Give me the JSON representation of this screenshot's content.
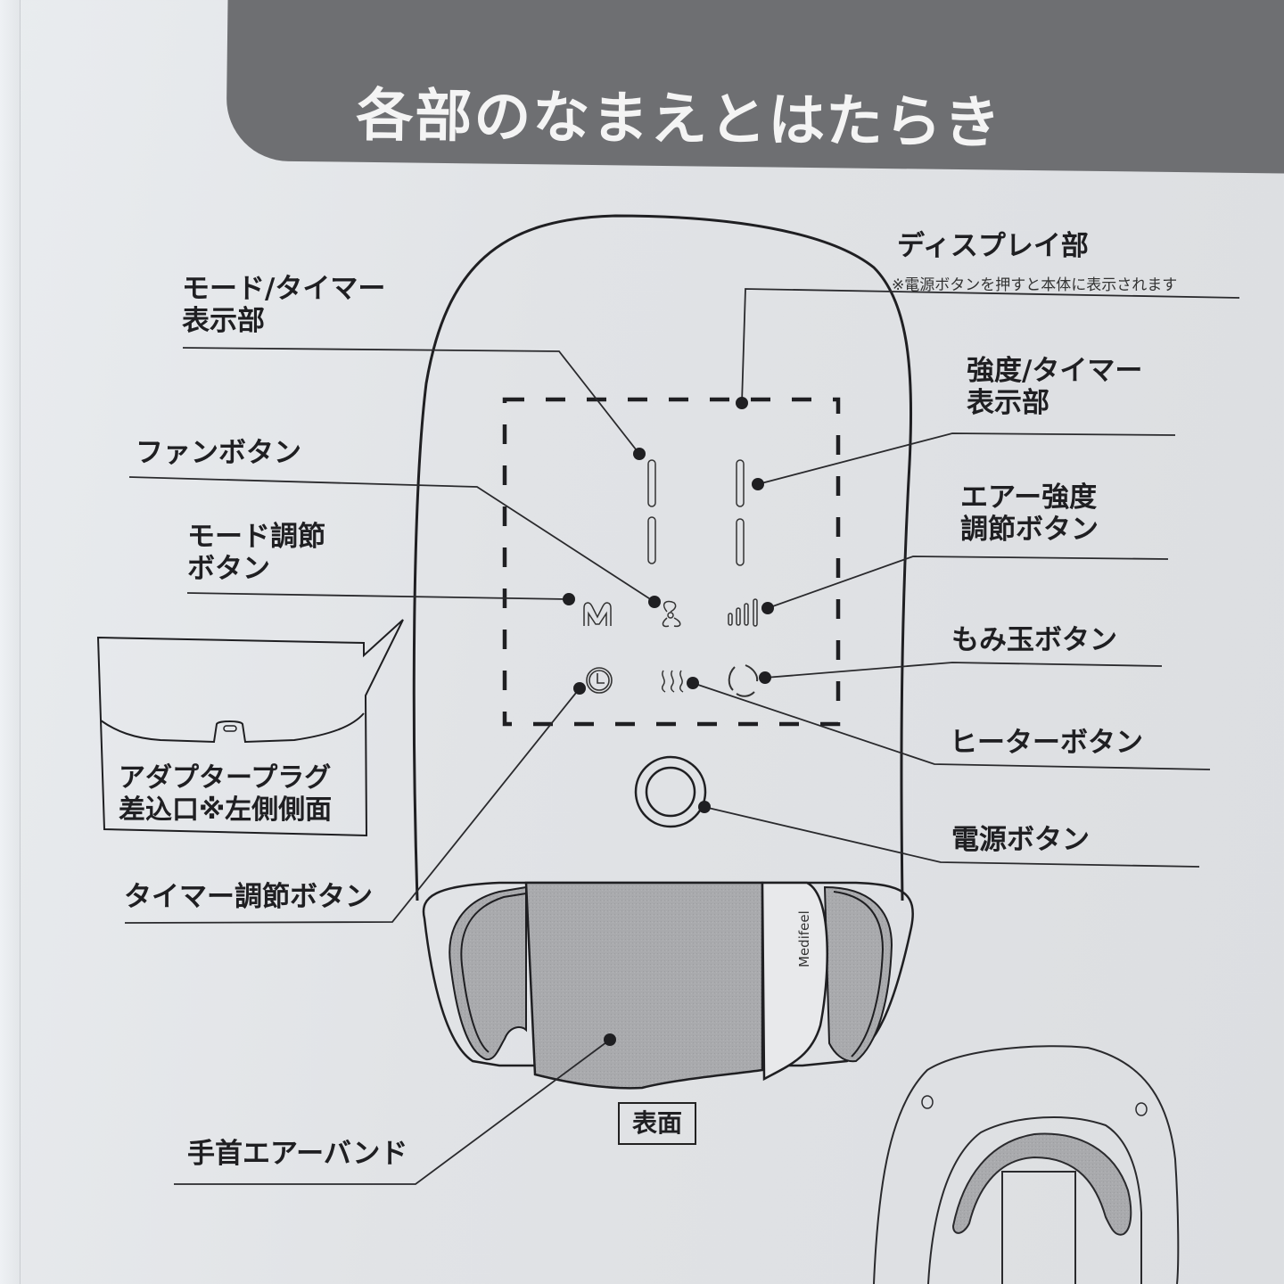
{
  "page": {
    "title": "各部のなまえとはたらき",
    "colors": {
      "banner": "#6e6f72",
      "banner_text": "#f4f4f4",
      "paper": "#e3e5e8",
      "ink": "#1f1f22",
      "band_fill": "#a9aaad"
    }
  },
  "labels": {
    "mode_timer_display": [
      "モード/タイマー",
      "表示部"
    ],
    "display_section": "ディスプレイ部",
    "display_note": "※電源ボタンを押すと本体に表示されます",
    "intensity_timer_display": [
      "強度/タイマー",
      "表示部"
    ],
    "fan_button": "ファンボタン",
    "mode_adjust_button": [
      "モード調節",
      "ボタン"
    ],
    "air_intensity_button": [
      "エアー強度",
      "調節ボタン"
    ],
    "kneading_ball_button": "もみ玉ボタン",
    "heater_button": "ヒーターボタン",
    "power_button": "電源ボタン",
    "timer_adjust_button": "タイマー調節ボタン",
    "wrist_air_band": "手首エアーバンド"
  },
  "inset": {
    "caption": [
      "アダプタープラグ",
      "差込口※左側側面"
    ]
  },
  "device": {
    "brand": "Medifeel",
    "view_label": "表面",
    "icons": [
      "mode-m-icon",
      "fan-icon",
      "signal-bars-icon",
      "clock-icon",
      "heat-waves-icon",
      "rotation-icon",
      "power-ring-icon"
    ]
  }
}
